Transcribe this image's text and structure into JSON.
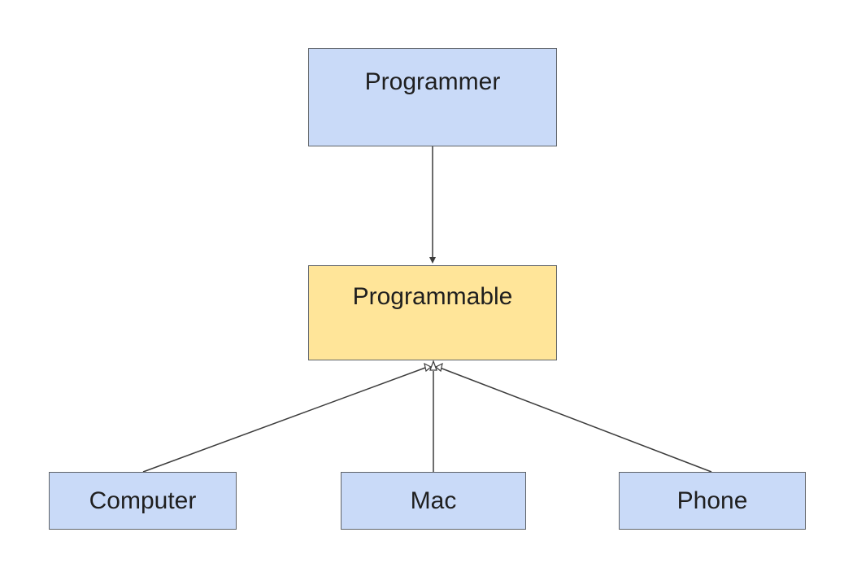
{
  "diagram": {
    "type": "uml-class-diagram",
    "nodes": [
      {
        "id": "programmer",
        "label": "Programmer",
        "fill": "#c9daf8"
      },
      {
        "id": "programmable",
        "label": "Programmable",
        "fill": "#ffe599"
      },
      {
        "id": "computer",
        "label": "Computer",
        "fill": "#c9daf8"
      },
      {
        "id": "mac",
        "label": "Mac",
        "fill": "#c9daf8"
      },
      {
        "id": "phone",
        "label": "Phone",
        "fill": "#c9daf8"
      }
    ],
    "edges": [
      {
        "from": "programmer",
        "to": "programmable",
        "kind": "association",
        "arrowhead": "filled-triangle"
      },
      {
        "from": "computer",
        "to": "programmable",
        "kind": "realization",
        "arrowhead": "hollow-triangle"
      },
      {
        "from": "mac",
        "to": "programmable",
        "kind": "realization",
        "arrowhead": "hollow-triangle"
      },
      {
        "from": "phone",
        "to": "programmable",
        "kind": "realization",
        "arrowhead": "hollow-triangle"
      }
    ],
    "colors": {
      "class_fill": "#c9daf8",
      "interface_fill": "#ffe599",
      "border": "#5f6368",
      "edge": "#3c3c3c"
    }
  }
}
